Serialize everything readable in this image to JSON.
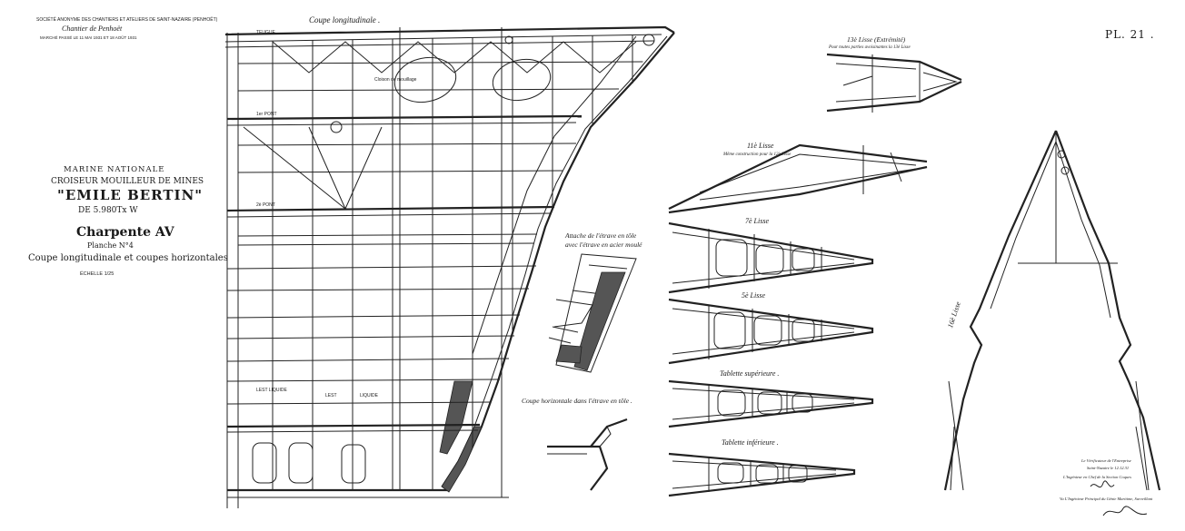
{
  "header": {
    "society": "SOCIÉTÉ ANONYME DES CHANTIERS ET ATELIERS DE SAINT-NAZAIRE (PENHOËT)",
    "yard": "Chantier de Penhoët",
    "contract": "MARCHÉ PASSÉ LE 11 MAI 1931 ET 18 AOÛT 1931",
    "plate": "PL. 21 ."
  },
  "title_block": {
    "navy": "MARINE NATIONALE",
    "ship_type": "CROISEUR MOUILLEUR DE MINES",
    "ship_name": "\"EMILE BERTIN\"",
    "displacement": "DE 5.980Tx W",
    "drawing": "Charpente AV",
    "sheet": "Planche N°4",
    "subject": "Coupe longitudinale et coupes horizontales",
    "scale": "ÉCHELLE 1/25"
  },
  "labels": {
    "longitudinal": "Coupe longitudinale .",
    "stem_attach_1": "Attache de l'étrave en tôle",
    "stem_attach_2": "avec l'étrave en acier moulé",
    "horizontal": "Coupe horizontale dans l'étrave en tôle .",
    "l13": "13è Lisse (Extrémité)",
    "l13_note": "Pour toutes parties avoisinantes la 13è Lisse",
    "l11": "11è Lisse",
    "l11_note": "Même construction pour la 12è Lisse",
    "l7": "7è Lisse",
    "l5": "5è Lisse",
    "tab_sup": "Tablette supérieure .",
    "tab_inf": "Tablette inférieure .",
    "l16": "16è Lisse",
    "cloison": "Cloison de mouillage",
    "pont1": "1er PONT",
    "pont2": "2è PONT",
    "lest1": "LEST LIQUIDE",
    "lest2": "LEST",
    "lest3": "LIQUIDE",
    "teugue": "TEUGUE",
    "note_right": "Le Vérificateur de l'Entreprise",
    "note_right2": "Saint-Nazaire le 12.12.31",
    "note_right3": "L'Ingénieur en Chef de la Section Coques",
    "note_right4": "Vu L'Ingénieur Principal du Génie Maritime, Surveillant"
  }
}
